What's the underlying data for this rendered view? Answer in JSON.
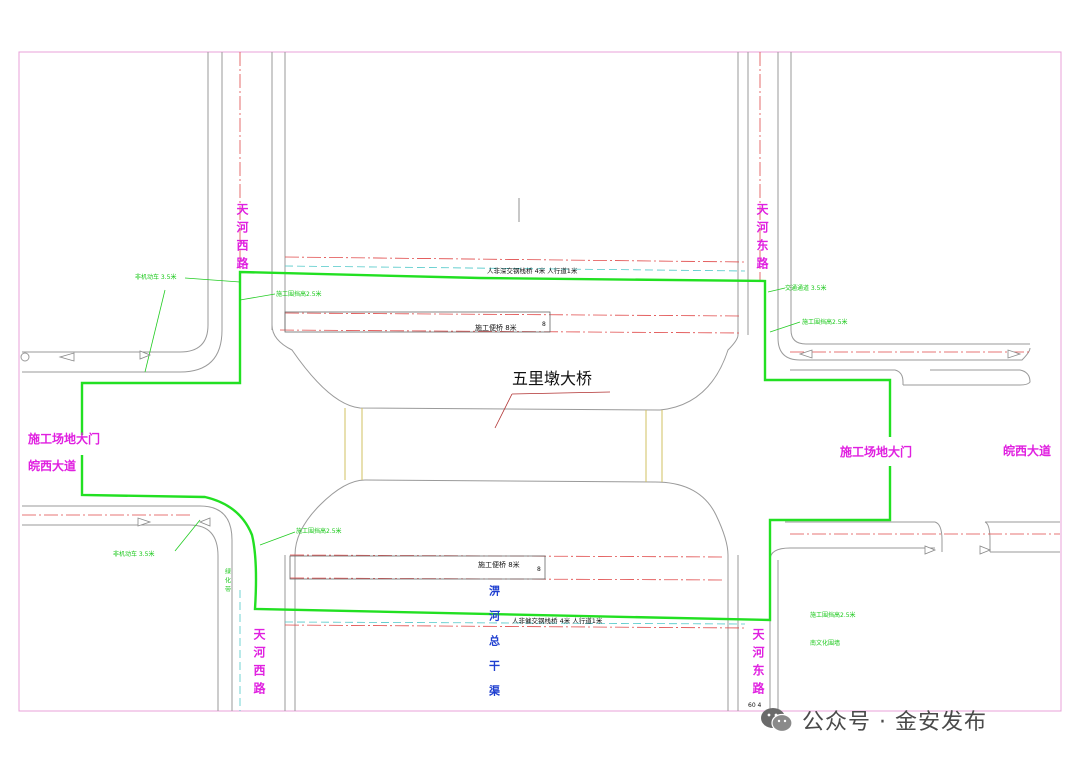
{
  "drawing": {
    "bridge_title": "五里墩大桥",
    "roads": {
      "west_top": "天河西路",
      "east_top": "天河东路",
      "west_bottom": "天河西路",
      "east_bottom": "天河东路",
      "avenue_left": "皖西大道",
      "avenue_right": "皖西大道"
    },
    "gates": {
      "left": "施工场地大门",
      "right": "施工场地大门"
    },
    "canal": "淠河总干渠",
    "bridges": {
      "top_footbridge": "人非深交钢栈桥 4米 人行道1米",
      "top_temp": "施工便桥 8米",
      "top_temp_dim": "8",
      "bottom_temp": "施工便桥 8米",
      "bottom_temp_dim": "8",
      "bottom_footbridge": "人非催交钢栈桥 4米 人行道1米"
    },
    "green_labels": {
      "nonmotor_tl": "非机动车 3.5米",
      "fence_tl": "施工围挡高2.5米",
      "nonmotor_tr": "交通通道 3.5米",
      "fence_tr": "施工围挡高2.5米",
      "fence_bl": "施工围挡高2.5米",
      "nonmotor_bl": "非机动车 3.5米",
      "green_belt": "绿化带",
      "fence_br": "施工围挡高2.5米",
      "wall_br": "南文化围墙"
    },
    "page_number": "60 4"
  },
  "watermark": {
    "text": "公众号 · 金安发布",
    "icon": "wechat-icon"
  }
}
